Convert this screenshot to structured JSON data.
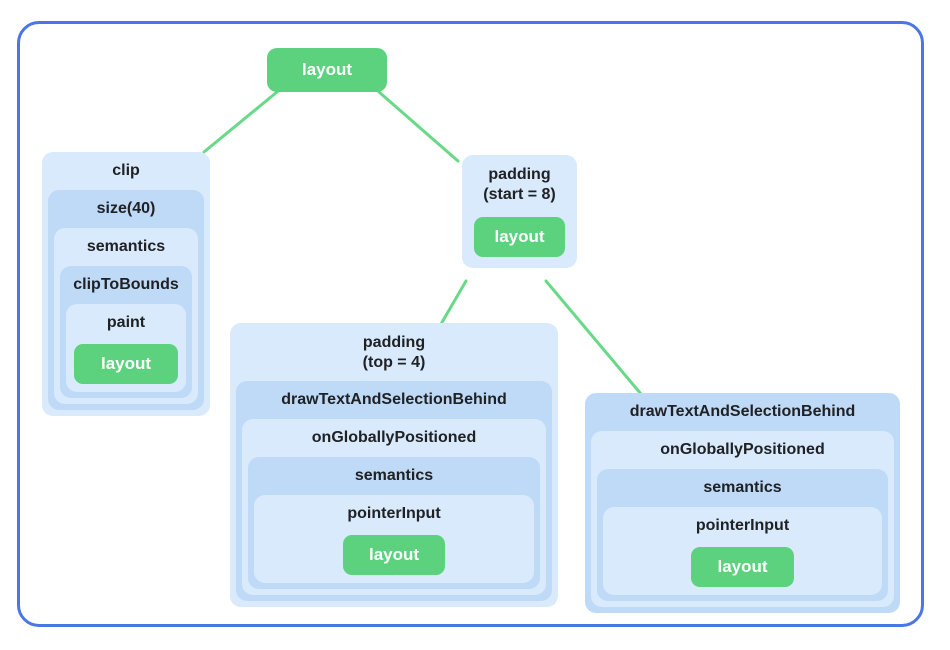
{
  "colors": {
    "frame-blue": "#4a76e8",
    "blue-light": "#d8eafc",
    "blue-dark": "#bedaf7",
    "green": "#5cd17e",
    "line-green": "#68d987",
    "text-dark": "#202124",
    "pill-text": "#ffffff",
    "page-bg": "#ffffff"
  },
  "tree": {
    "root": {
      "label": "layout"
    },
    "clip": {
      "levels": [
        "clip",
        "size(40)",
        "semantics",
        "clipToBounds",
        "paint"
      ],
      "pill": "layout"
    },
    "padding_start": {
      "label_line1": "padding",
      "label_line2": "(start = 8)",
      "pill": "layout"
    },
    "padding_top": {
      "label_line1": "padding",
      "label_line2": "(top = 4)",
      "levels": [
        "drawTextAndSelectionBehind",
        "onGloballyPositioned",
        "semantics",
        "pointerInput"
      ],
      "pill": "layout"
    },
    "draw_text": {
      "levels": [
        "drawTextAndSelectionBehind",
        "onGloballyPositioned",
        "semantics",
        "pointerInput"
      ],
      "pill": "layout"
    },
    "edges": [
      {
        "from": "layout-root",
        "to": "clip"
      },
      {
        "from": "layout-root",
        "to": "padding-start-8"
      },
      {
        "from": "padding-start-8",
        "to": "padding-top-4"
      },
      {
        "from": "padding-start-8",
        "to": "drawTextAndSelectionBehind"
      }
    ]
  }
}
